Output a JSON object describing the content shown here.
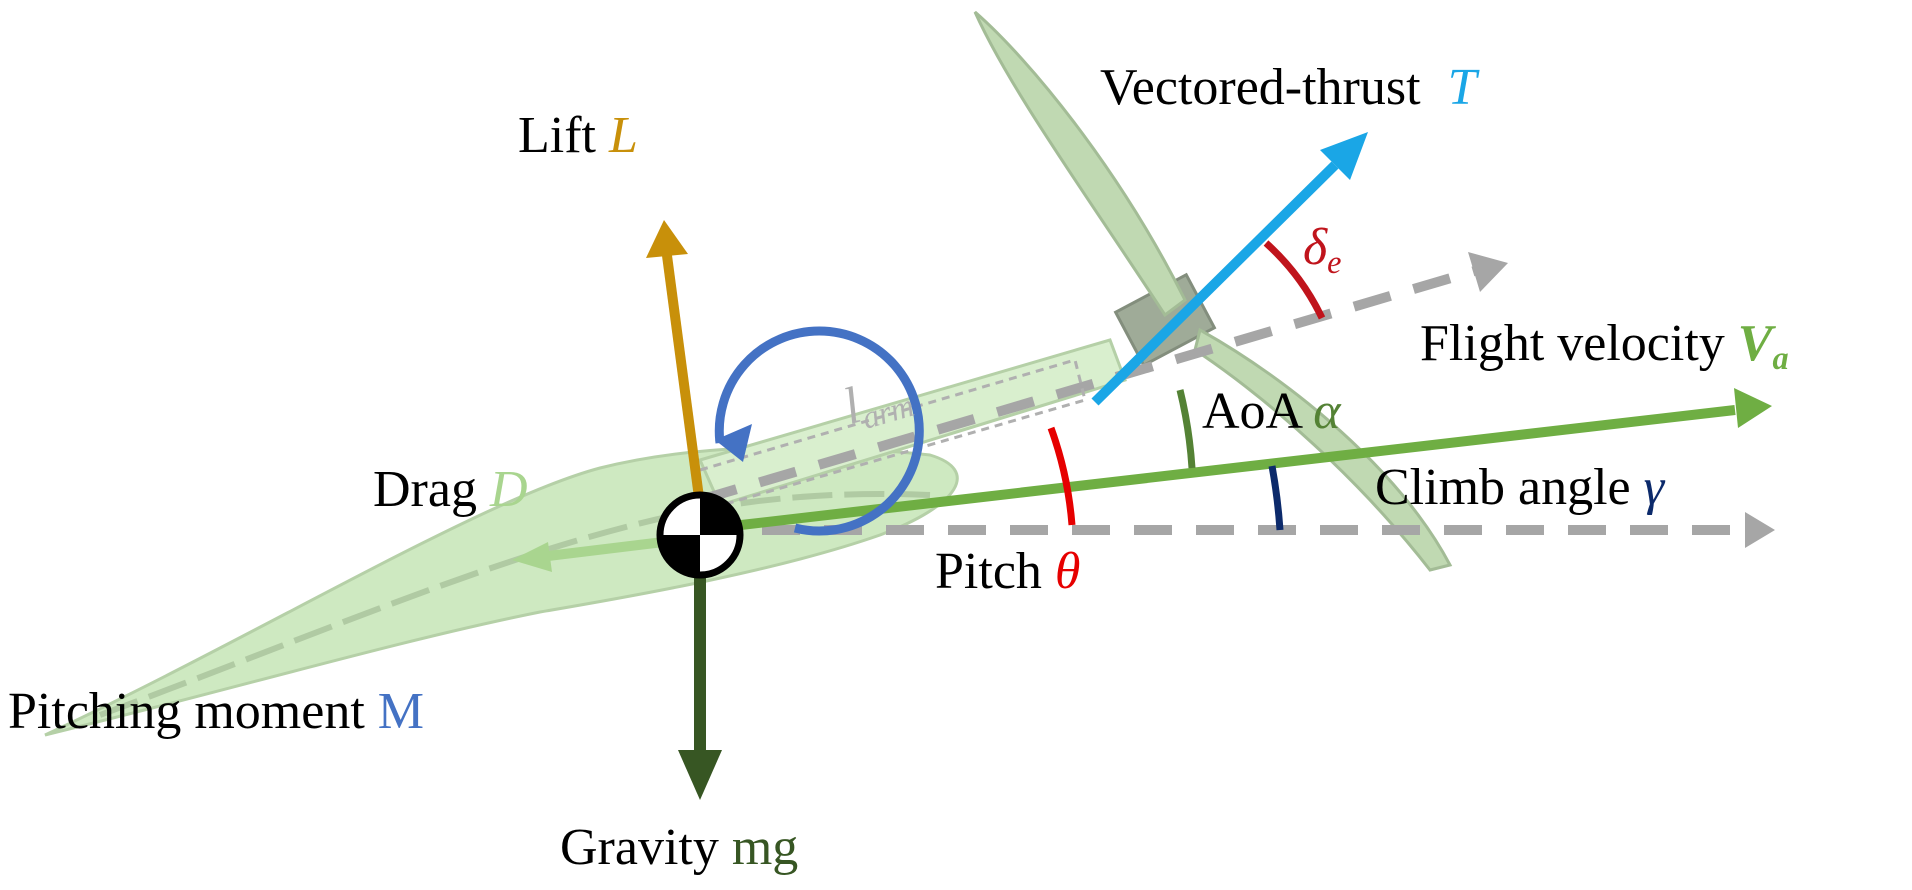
{
  "labels": {
    "lift": {
      "text": "Lift",
      "symbol": "L"
    },
    "thrust": {
      "text": "Vectored-thrust",
      "symbol": "T"
    },
    "thrust_angle": {
      "symbol": "δ",
      "subscript": "e"
    },
    "velocity": {
      "text": "Flight velocity",
      "symbol": "V",
      "subscript": "a"
    },
    "aoa": {
      "text": "AoA",
      "symbol": "α"
    },
    "climb": {
      "text": "Climb angle",
      "symbol": "γ"
    },
    "drag": {
      "text": "Drag",
      "symbol": "D"
    },
    "pitch": {
      "text": "Pitch",
      "symbol": "θ"
    },
    "moment": {
      "text": "Pitching moment",
      "symbol": "M"
    },
    "gravity": {
      "text": "Gravity",
      "symbol": "mg"
    },
    "arm": {
      "symbol": "l",
      "subscript": "arm"
    }
  },
  "colors": {
    "lift": "#c8900a",
    "thrust": "#1aa6e6",
    "thrust_angle": "#c0141c",
    "velocity": "#6fae43",
    "aoa": "#548235",
    "climb": "#0c2a6b",
    "drag": "#a9d58f",
    "pitch": "#e60000",
    "moment": "#4472c4",
    "gravity": "#375623",
    "reference": "#a6a6a6",
    "aircraft": "#c6e6b6",
    "propeller": "#b5d3a4"
  },
  "icons": {
    "center_of_gravity": "cg-marker-icon"
  }
}
